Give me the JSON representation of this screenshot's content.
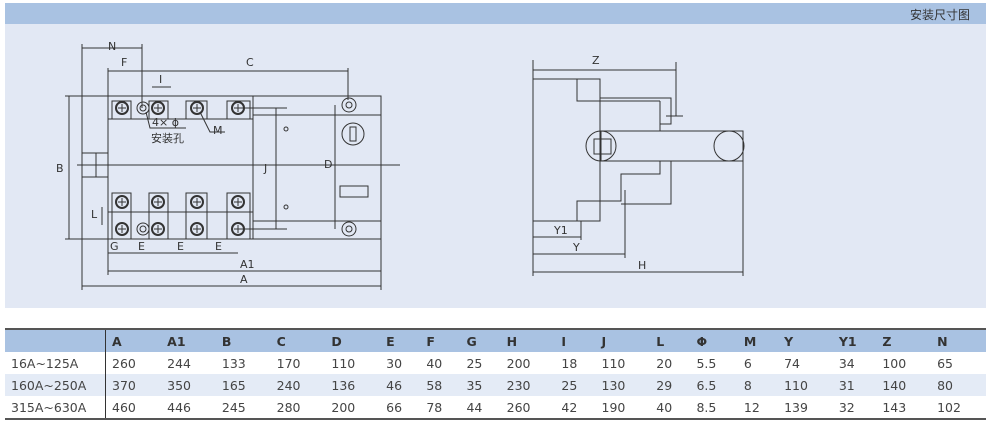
{
  "header": {
    "title": "安装尺寸图"
  },
  "front_view": {
    "labels": {
      "N": "N",
      "F": "F",
      "C": "C",
      "I": "I",
      "B": "B",
      "J": "J",
      "D": "D",
      "L": "L",
      "G": "G",
      "E": "E",
      "A1": "A1",
      "A": "A",
      "M": "M",
      "holes": "4× ϕ",
      "holes_note": "安装孔"
    }
  },
  "side_view": {
    "labels": {
      "Z": "Z",
      "Y1": "Y1",
      "Y": "Y",
      "H": "H"
    }
  },
  "table": {
    "columns": [
      "",
      "A",
      "A1",
      "B",
      "C",
      "D",
      "E",
      "F",
      "G",
      "H",
      "I",
      "J",
      "L",
      "Φ",
      "M",
      "Y",
      "Y1",
      "Z",
      "N"
    ],
    "rows": [
      [
        "16A~125A",
        "260",
        "244",
        "133",
        "170",
        "110",
        "30",
        "40",
        "25",
        "200",
        "18",
        "110",
        "20",
        "5.5",
        "6",
        "74",
        "34",
        "100",
        "65"
      ],
      [
        "160A~250A",
        "370",
        "350",
        "165",
        "240",
        "136",
        "46",
        "58",
        "35",
        "230",
        "25",
        "130",
        "29",
        "6.5",
        "8",
        "110",
        "31",
        "140",
        "80"
      ],
      [
        "315A~630A",
        "460",
        "446",
        "245",
        "280",
        "200",
        "66",
        "78",
        "44",
        "260",
        "42",
        "190",
        "40",
        "8.5",
        "12",
        "139",
        "32",
        "143",
        "102"
      ]
    ]
  }
}
